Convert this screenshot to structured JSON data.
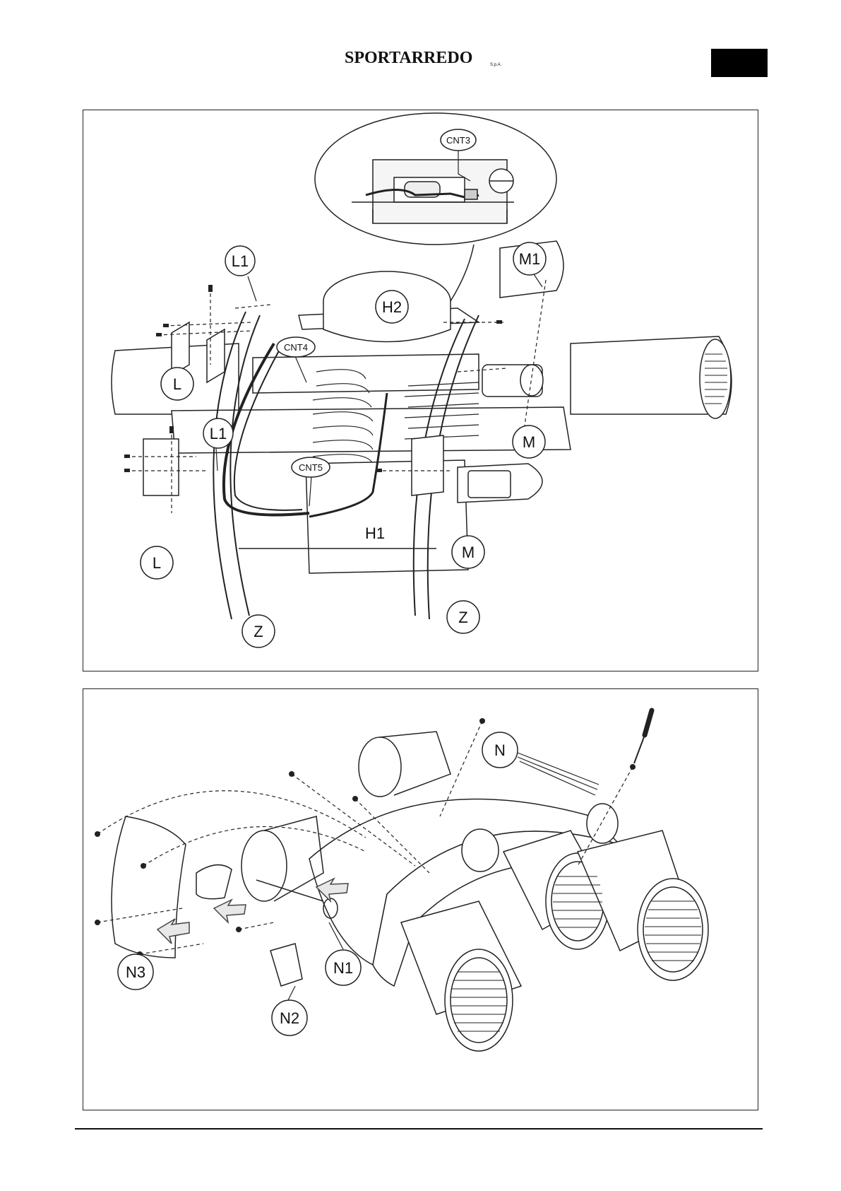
{
  "header": {
    "brand": "SPORTARREDO",
    "brand_suffix": "S.p.A.",
    "section_tab_color": "#000000"
  },
  "figure1": {
    "callouts": {
      "cnt3": "CNT3",
      "l1_top": "L1",
      "m1": "M1",
      "h2": "H2",
      "cnt4": "CNT4",
      "l_top": "L",
      "m_top": "M",
      "l1_bottom": "L1",
      "cnt5": "CNT5",
      "h1": "H1",
      "m_bottom": "M",
      "l_bottom": "L",
      "z_left": "Z",
      "z_right": "Z"
    }
  },
  "figure2": {
    "callouts": {
      "n": "N",
      "n3": "N3",
      "n1": "N1",
      "n2": "N2"
    }
  }
}
